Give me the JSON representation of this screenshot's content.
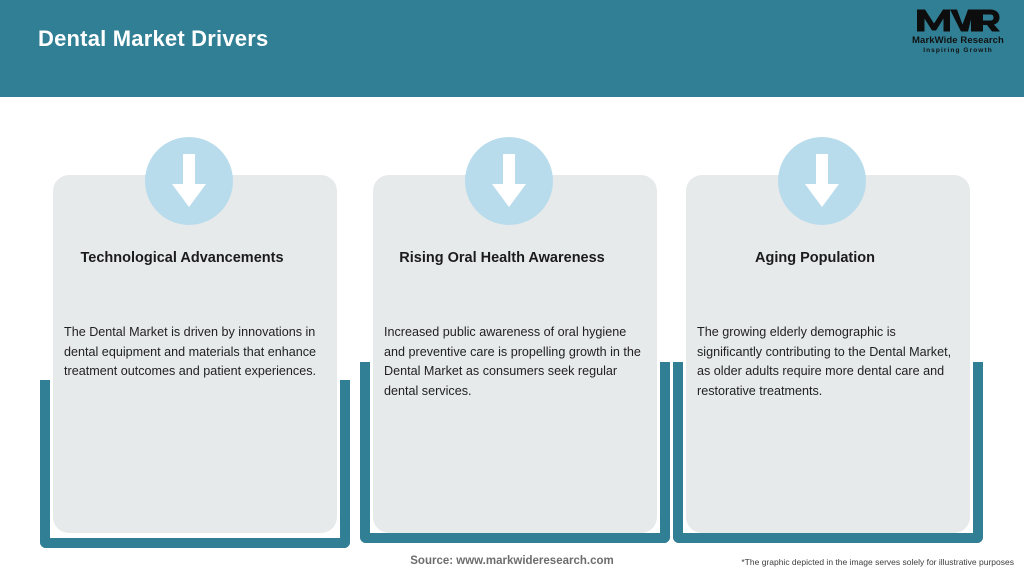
{
  "header": {
    "title": "Dental Market Drivers",
    "background_color": "#317f95",
    "title_color": "#ffffff"
  },
  "logo": {
    "mark": "MWR",
    "name": "MarkWide Research",
    "tagline": "Inspiring Growth"
  },
  "cards": [
    {
      "icon": "down-arrow-icon",
      "title": "Technological Advancements",
      "body": "The Dental Market is driven by innovations in dental equipment and materials that enhance treatment outcomes and patient experiences."
    },
    {
      "icon": "down-arrow-icon",
      "title": "Rising Oral Health Awareness",
      "body": "Increased public awareness of oral hygiene and preventive care is propelling growth in the Dental Market as consumers seek regular dental services."
    },
    {
      "icon": "down-arrow-icon",
      "title": "Aging Population",
      "body": "The growing elderly demographic is significantly contributing to the Dental Market, as older adults require more dental care and restorative treatments."
    }
  ],
  "footer": {
    "source": "Source: www.markwideresearch.com",
    "disclaimer": "*The graphic depicted in the image serves solely for illustrative purposes"
  },
  "theme": {
    "accent_teal": "#317f95",
    "card_grey": "#e7eaeb",
    "circle_blue": "#b9dcec"
  }
}
